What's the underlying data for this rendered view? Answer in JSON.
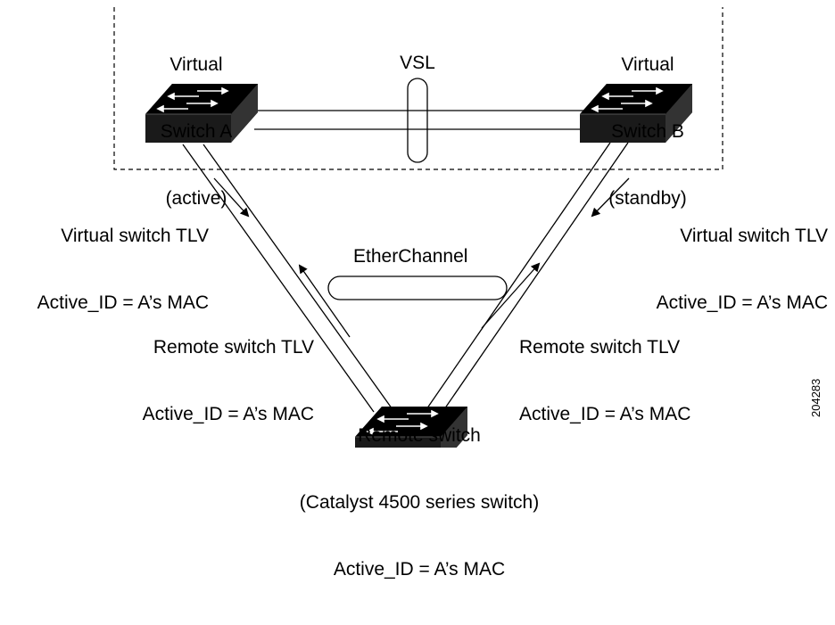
{
  "switch_a": {
    "line1": "Virtual",
    "line2": "Switch A",
    "line3": "(active)"
  },
  "switch_b": {
    "line1": "Virtual",
    "line2": "Switch B",
    "line3": "(standby)"
  },
  "vsl_label": "VSL",
  "tlv_left": {
    "line1": "Virtual switch TLV",
    "line2": "Active_ID = A’s MAC"
  },
  "tlv_right": {
    "line1": "Virtual switch TLV",
    "line2": "Active_ID = A’s MAC"
  },
  "etherchannel_label": "EtherChannel",
  "remote_tlv_left": {
    "line1": "Remote switch TLV",
    "line2": "Active_ID = A’s MAC"
  },
  "remote_tlv_right": {
    "line1": "Remote switch TLV",
    "line2": "Active_ID = A’s MAC"
  },
  "remote_switch": {
    "line1": "Remote switch",
    "line2": "(Catalyst 4500 series switch)",
    "line3": "Active_ID = A’s MAC"
  },
  "figure_id": "204283",
  "colors": {
    "switch_top": "#000000",
    "switch_front": "#1a1a1a",
    "line": "#000000",
    "arrow_glyph": "#ffffff"
  },
  "icons": [
    "switch-icon",
    "arrow-icon",
    "vsl-bundle-oval",
    "etherchannel-bundle-oval"
  ]
}
